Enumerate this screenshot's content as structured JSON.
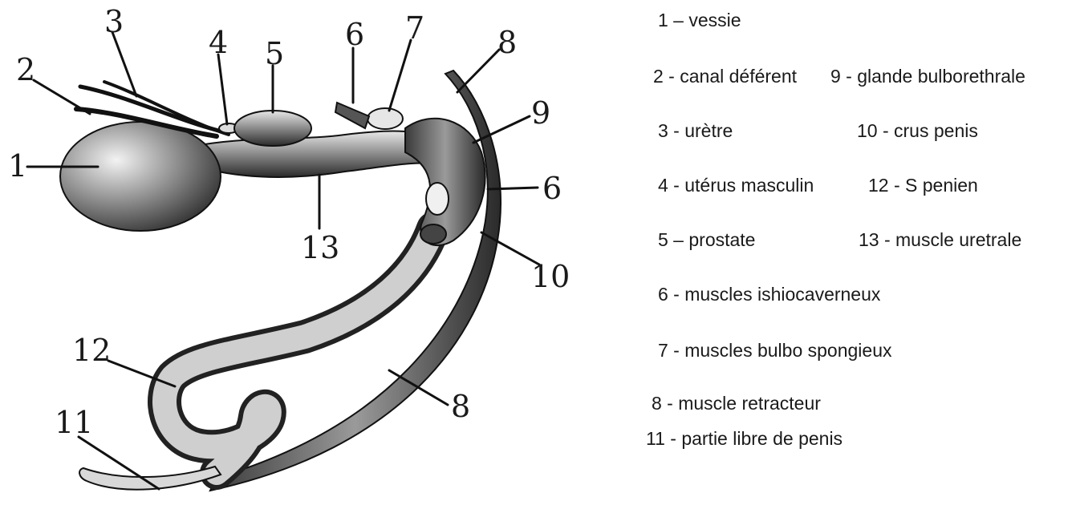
{
  "diagram": {
    "numbers": {
      "n1": "1",
      "n2": "2",
      "n3": "3",
      "n4": "4",
      "n5": "5",
      "n6a": "6",
      "n6b": "6",
      "n7": "7",
      "n8a": "8",
      "n8b": "8",
      "n9": "9",
      "n10": "10",
      "n11": "11",
      "n12": "12",
      "n13": "13"
    }
  },
  "legend": {
    "l1": "1 – vessie",
    "l2a": "2 - canal déférent",
    "l2b": "9 - glande bulborethrale",
    "l3a": "3 - urètre",
    "l3b": "10 - crus penis",
    "l4a": "4 - utérus masculin",
    "l4b": "12 - S penien",
    "l5a": "5 – prostate",
    "l5b": "13 - muscle uretrale",
    "l6": "6 - muscles ishiocaverneux",
    "l7": "7 - muscles bulbo spongieux",
    "l8": "8 - muscle retracteur",
    "l11": "11 - partie libre de penis"
  }
}
